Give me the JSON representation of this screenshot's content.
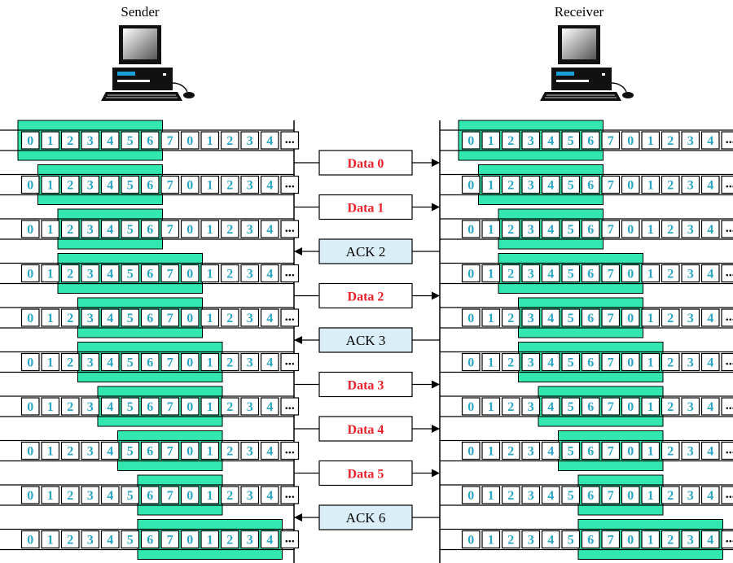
{
  "sender": {
    "label": "Sender"
  },
  "receiver": {
    "label": "Receiver"
  },
  "sequence_numbers": [
    "0",
    "1",
    "2",
    "3",
    "4",
    "5",
    "6",
    "7",
    "0",
    "1",
    "2",
    "3",
    "4"
  ],
  "ellipsis": "...",
  "colors": {
    "window": "#33e8b0",
    "cell_text": "#2aa6c4",
    "data_text": "#e8202a",
    "ack_fill": "#d9eef6",
    "line": "#000000"
  },
  "sender_windows": [
    {
      "start": 0,
      "end": 6
    },
    {
      "start": 1,
      "end": 6
    },
    {
      "start": 2,
      "end": 6
    },
    {
      "start": 2,
      "end": 8
    },
    {
      "start": 3,
      "end": 8
    },
    {
      "start": 3,
      "end": 9
    },
    {
      "start": 4,
      "end": 9
    },
    {
      "start": 5,
      "end": 9
    },
    {
      "start": 6,
      "end": 9
    },
    {
      "start": 6,
      "end": 12
    }
  ],
  "receiver_windows": [
    {
      "start": 0,
      "end": 6
    },
    {
      "start": 1,
      "end": 6
    },
    {
      "start": 2,
      "end": 6
    },
    {
      "start": 2,
      "end": 8
    },
    {
      "start": 3,
      "end": 8
    },
    {
      "start": 3,
      "end": 9
    },
    {
      "start": 4,
      "end": 9
    },
    {
      "start": 5,
      "end": 9
    },
    {
      "start": 6,
      "end": 9
    },
    {
      "start": 6,
      "end": 12
    }
  ],
  "messages": [
    {
      "kind": "data",
      "label": "Data 0",
      "direction": "right"
    },
    {
      "kind": "data",
      "label": "Data 1",
      "direction": "right"
    },
    {
      "kind": "ack",
      "label": "ACK 2",
      "direction": "left"
    },
    {
      "kind": "data",
      "label": "Data 2",
      "direction": "right"
    },
    {
      "kind": "ack",
      "label": "ACK 3",
      "direction": "left"
    },
    {
      "kind": "data",
      "label": "Data 3",
      "direction": "right"
    },
    {
      "kind": "data",
      "label": "Data 4",
      "direction": "right"
    },
    {
      "kind": "data",
      "label": "Data 5",
      "direction": "right"
    },
    {
      "kind": "ack",
      "label": "ACK 6",
      "direction": "left"
    }
  ]
}
